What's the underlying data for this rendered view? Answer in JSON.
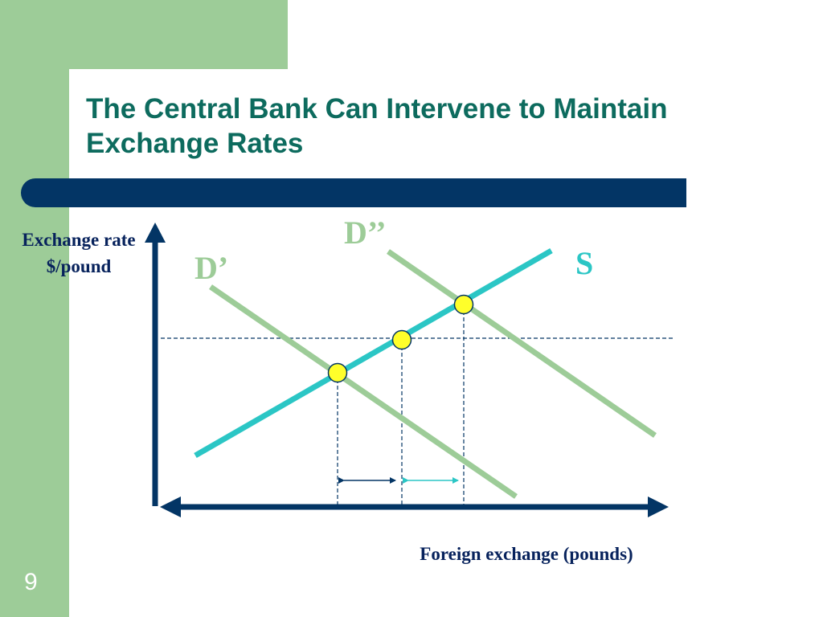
{
  "slide": {
    "title": "The Central Bank Can Intervene to Maintain Exchange Rates",
    "page_number": "9"
  },
  "diagram": {
    "y_axis_label_line1": "Exchange rate",
    "y_axis_label_line2": "$/pound",
    "x_axis_label": "Foreign exchange (pounds)",
    "curves": {
      "supply": "S",
      "demand_initial": "D’",
      "demand_shifted": "D’’"
    }
  },
  "colors": {
    "sidebar": "#9dcc98",
    "title_text": "#0d6b5e",
    "title_rule": "#033565",
    "axes": "#033565",
    "supply_line": "#2bc6c5",
    "demand_lines": "#9dcc98",
    "equilibrium_points": "#ffff2a"
  }
}
